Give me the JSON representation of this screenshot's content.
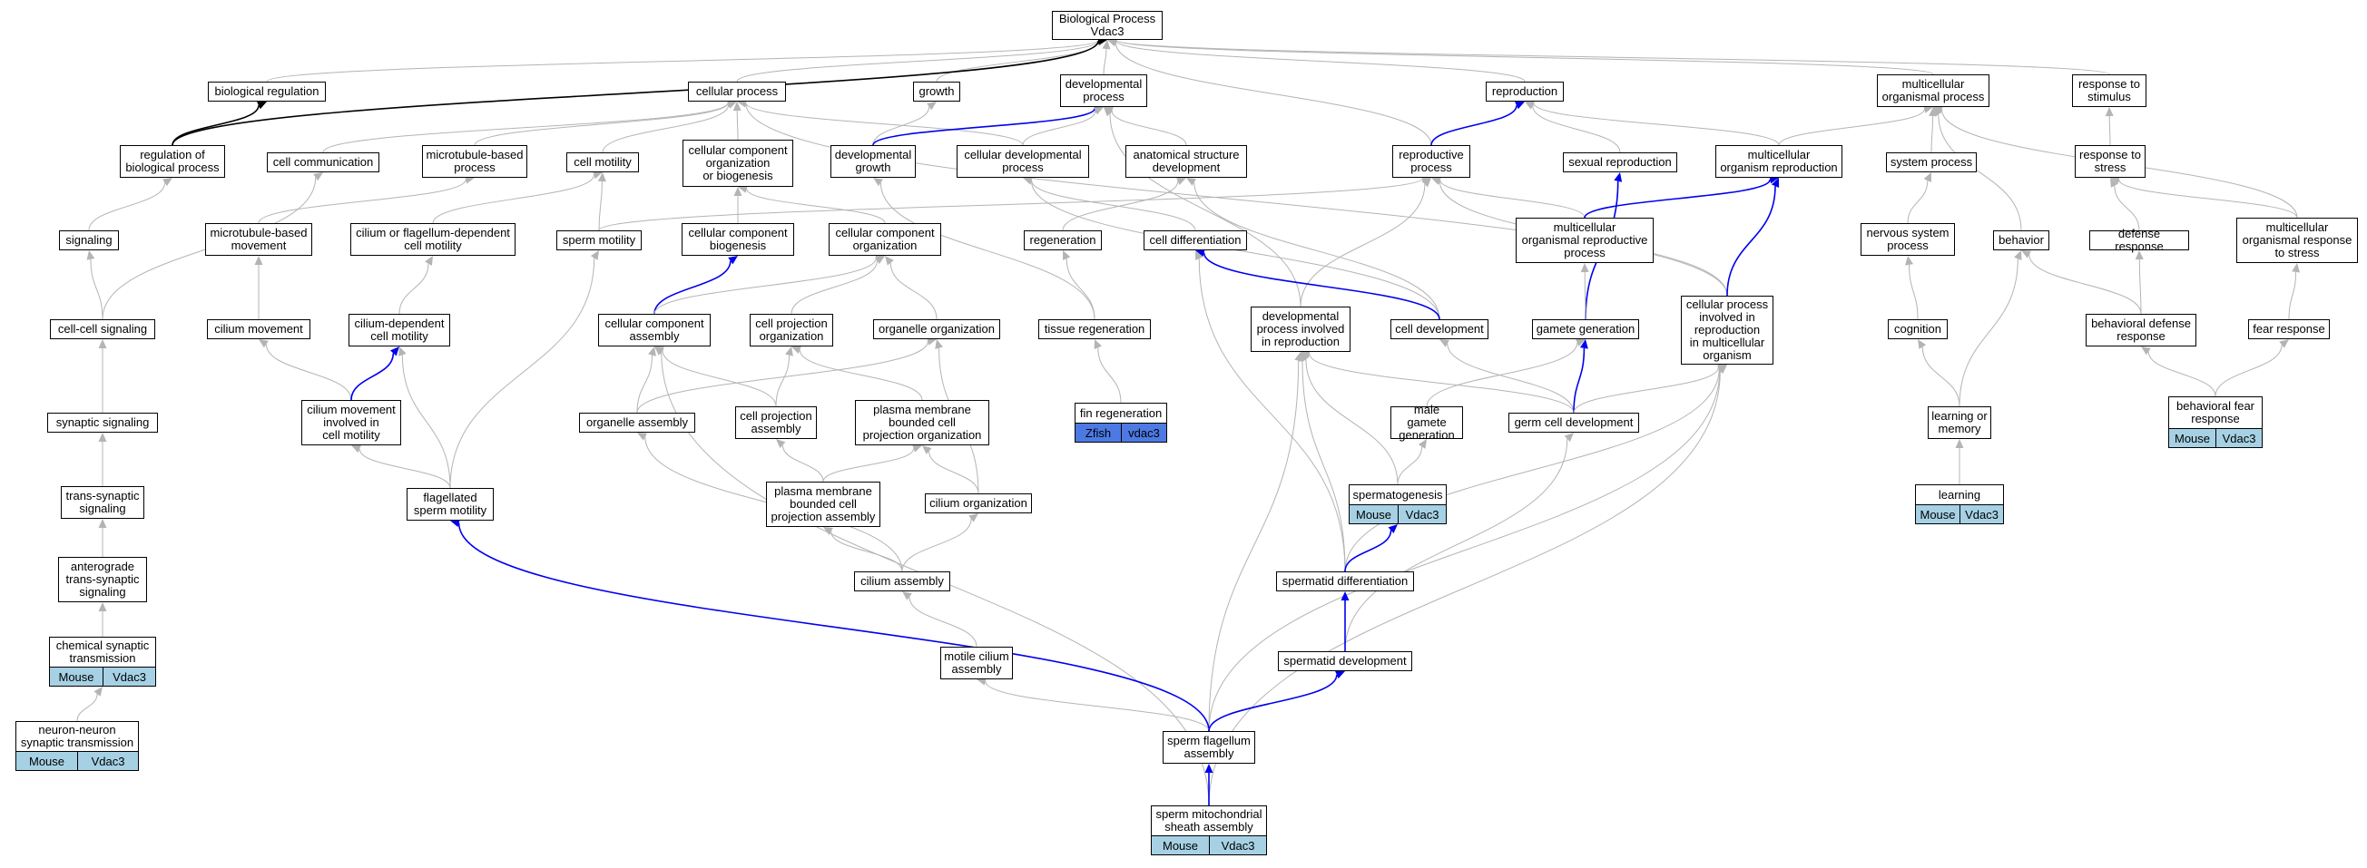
{
  "colors": {
    "edge": "#b4b4b4",
    "highlight": "#0000ee",
    "main_edge": "#000000",
    "tag": "#a6d1e4",
    "zfin_tag": "#4d79e3"
  },
  "nodes": {
    "bp": "Biological Process\nVdac3",
    "biological_regulation": "biological regulation",
    "cellular_process": "cellular process",
    "growth": "growth",
    "developmental_process": "developmental\nprocess",
    "reproduction": "reproduction",
    "multicellular_organismal_process": "multicellular\norganismal process",
    "response_to_stimulus": "response to\nstimulus",
    "regulation_of_biological_process": "regulation of\nbiological process",
    "cell_communication": "cell communication",
    "microtubule_based_process": "microtubule-based\nprocess",
    "cell_motility": "cell motility",
    "cellular_component_organization_or_biogenesis": "cellular component\norganization\nor biogenesis",
    "developmental_growth": "developmental\ngrowth",
    "cellular_developmental_process": "cellular developmental\nprocess",
    "anatomical_structure_development": "anatomical structure\ndevelopment",
    "reproductive_process": "reproductive\nprocess",
    "sexual_reproduction": "sexual reproduction",
    "multicellular_organism_reproduction": "multicellular\norganism reproduction",
    "system_process": "system process",
    "response_to_stress": "response to\nstress",
    "signaling": "signaling",
    "microtubule_based_movement": "microtubule-based\nmovement",
    "cilium_or_flagellum_dependent_cell_motility": "cilium or flagellum-dependent\ncell motility",
    "sperm_motility": "sperm motility",
    "cellular_component_biogenesis": "cellular component\nbiogenesis",
    "cellular_component_organization": "cellular component\norganization",
    "regeneration": "regeneration",
    "cell_differentiation": "cell differentiation",
    "multicellular_organismal_reproductive_process": "multicellular\norganismal reproductive\nprocess",
    "nervous_system_process": "nervous system\nprocess",
    "behavior": "behavior",
    "defense_response": "defense response",
    "multicellular_organismal_response_to_stress": "multicellular\norganismal response\nto stress",
    "cell_cell_signaling": "cell-cell signaling",
    "cilium_movement": "cilium movement",
    "cilium_dependent_cell_motility": "cilium-dependent\ncell motility",
    "cellular_component_assembly": "cellular component\nassembly",
    "cell_projection_organization": "cell projection\norganization",
    "organelle_organization": "organelle organization",
    "tissue_regeneration": "tissue regeneration",
    "developmental_process_involved_in_reproduction": "developmental\nprocess involved\nin reproduction",
    "cell_development": "cell development",
    "gamete_generation": "gamete generation",
    "cellular_process_involved_in_reproduction": "cellular process\ninvolved in\nreproduction\nin multicellular\norganism",
    "cognition": "cognition",
    "behavioral_defense_response": "behavioral defense\nresponse",
    "fear_response": "fear response",
    "synaptic_signaling": "synaptic signaling",
    "cilium_movement_involved_in_cell_motility": "cilium movement\ninvolved in\ncell motility",
    "organelle_assembly": "organelle assembly",
    "cell_projection_assembly": "cell projection\nassembly",
    "plasma_membrane_bounded_cell_projection_organization": "plasma membrane\nbounded cell\nprojection organization",
    "fin_regeneration": "fin regeneration",
    "male_gamete_generation": "male gamete\ngeneration",
    "germ_cell_development": "germ cell development",
    "learning_or_memory": "learning or\nmemory",
    "behavioral_fear_response": "behavioral fear\nresponse",
    "trans_synaptic_signaling": "trans-synaptic\nsignaling",
    "flagellated_sperm_motility": "flagellated\nsperm motility",
    "plasma_membrane_bounded_cell_projection_assembly": "plasma membrane\nbounded cell\nprojection assembly",
    "cilium_organization": "cilium organization",
    "spermatogenesis": "spermatogenesis",
    "learning": "learning",
    "anterograde_trans_synaptic_signaling": "anterograde\ntrans-synaptic\nsignaling",
    "cilium_assembly": "cilium assembly",
    "spermatid_differentiation": "spermatid differentiation",
    "chemical_synaptic_transmission": "chemical synaptic\ntransmission",
    "motile_cilium_assembly": "motile cilium\nassembly",
    "spermatid_development": "spermatid development",
    "neuron_neuron_synaptic_transmission": "neuron-neuron\nsynaptic transmission",
    "sperm_flagellum_assembly": "sperm flagellum\nassembly",
    "sperm_mitochondrial_sheath_assembly": "sperm mitochondrial\nsheath assembly"
  },
  "annotations": {
    "fin_regeneration": {
      "species": "Zfish",
      "gene": "vdac3"
    },
    "spermatogenesis": {
      "species": "Mouse",
      "gene": "Vdac3"
    },
    "learning": {
      "species": "Mouse",
      "gene": "Vdac3"
    },
    "behavioral_fear_response": {
      "species": "Mouse",
      "gene": "Vdac3"
    },
    "chemical_synaptic_transmission": {
      "species": "Mouse",
      "gene": "Vdac3"
    },
    "neuron_neuron_synaptic_transmission": {
      "species": "Mouse",
      "gene": "Vdac3"
    },
    "sperm_mitochondrial_sheath_assembly": {
      "species": "Mouse",
      "gene": "Vdac3"
    }
  },
  "edges": [
    [
      "biological_regulation",
      "bp",
      "grey"
    ],
    [
      "cellular_process",
      "bp",
      "grey"
    ],
    [
      "growth",
      "bp",
      "grey"
    ],
    [
      "developmental_process",
      "bp",
      "grey"
    ],
    [
      "reproduction",
      "bp",
      "grey"
    ],
    [
      "multicellular_organismal_process",
      "bp",
      "grey"
    ],
    [
      "response_to_stimulus",
      "bp",
      "grey"
    ],
    [
      "reproductive_process",
      "bp",
      "grey"
    ],
    [
      "regulation_of_biological_process",
      "bp",
      "black"
    ],
    [
      "regulation_of_biological_process",
      "biological_regulation",
      "black"
    ],
    [
      "cell_communication",
      "cellular_process",
      "grey"
    ],
    [
      "microtubule_based_process",
      "cellular_process",
      "grey"
    ],
    [
      "cell_motility",
      "cellular_process",
      "grey"
    ],
    [
      "cellular_component_organization_or_biogenesis",
      "cellular_process",
      "grey"
    ],
    [
      "cellular_developmental_process",
      "cellular_process",
      "grey"
    ],
    [
      "cellular_process_involved_in_reproduction",
      "cellular_process",
      "grey"
    ],
    [
      "developmental_growth",
      "growth",
      "grey"
    ],
    [
      "developmental_growth",
      "developmental_process",
      "blue"
    ],
    [
      "cellular_developmental_process",
      "developmental_process",
      "grey"
    ],
    [
      "anatomical_structure_development",
      "developmental_process",
      "grey"
    ],
    [
      "developmental_process_involved_in_reproduction",
      "developmental_process",
      "grey"
    ],
    [
      "reproductive_process",
      "reproduction",
      "blue"
    ],
    [
      "sexual_reproduction",
      "reproduction",
      "grey"
    ],
    [
      "multicellular_organism_reproduction",
      "reproduction",
      "grey"
    ],
    [
      "multicellular_organism_reproduction",
      "multicellular_organismal_process",
      "grey"
    ],
    [
      "system_process",
      "multicellular_organismal_process",
      "grey"
    ],
    [
      "behavior",
      "multicellular_organismal_process",
      "grey"
    ],
    [
      "multicellular_organismal_response_to_stress",
      "multicellular_organismal_process",
      "grey"
    ],
    [
      "response_to_stress",
      "response_to_stimulus",
      "grey"
    ],
    [
      "signaling",
      "regulation_of_biological_process",
      "grey"
    ],
    [
      "cell_cell_signaling",
      "cell_communication",
      "grey"
    ],
    [
      "microtubule_based_movement",
      "microtubule_based_process",
      "grey"
    ],
    [
      "cilium_or_flagellum_dependent_cell_motility",
      "cell_motility",
      "grey"
    ],
    [
      "sperm_motility",
      "cell_motility",
      "grey"
    ],
    [
      "cellular_component_biogenesis",
      "cellular_component_organization_or_biogenesis",
      "grey"
    ],
    [
      "cellular_component_organization",
      "cellular_component_organization_or_biogenesis",
      "grey"
    ],
    [
      "tissue_regeneration",
      "developmental_growth",
      "grey"
    ],
    [
      "cell_differentiation",
      "cellular_developmental_process",
      "grey"
    ],
    [
      "cell_development",
      "cellular_developmental_process",
      "grey"
    ],
    [
      "regeneration",
      "anatomical_structure_development",
      "grey"
    ],
    [
      "cell_development",
      "anatomical_structure_development",
      "grey"
    ],
    [
      "multicellular_organismal_reproductive_process",
      "reproductive_process",
      "grey"
    ],
    [
      "developmental_process_involved_in_reproduction",
      "reproductive_process",
      "grey"
    ],
    [
      "cellular_process_involved_in_reproduction",
      "reproductive_process",
      "grey"
    ],
    [
      "sperm_motility",
      "reproductive_process",
      "grey"
    ],
    [
      "multicellular_organismal_reproductive_process",
      "multicellular_organism_reproduction",
      "blue"
    ],
    [
      "cellular_process_involved_in_reproduction",
      "multicellular_organism_reproduction",
      "blue"
    ],
    [
      "gamete_generation",
      "sexual_reproduction",
      "blue"
    ],
    [
      "nervous_system_process",
      "system_process",
      "grey"
    ],
    [
      "defense_response",
      "response_to_stress",
      "grey"
    ],
    [
      "multicellular_organismal_response_to_stress",
      "response_to_stress",
      "grey"
    ],
    [
      "cell_cell_signaling",
      "signaling",
      "grey"
    ],
    [
      "cilium_movement",
      "microtubule_based_movement",
      "grey"
    ],
    [
      "cilium_dependent_cell_motility",
      "cilium_or_flagellum_dependent_cell_motility",
      "grey"
    ],
    [
      "flagellated_sperm_motility",
      "sperm_motility",
      "grey"
    ],
    [
      "cellular_component_assembly",
      "cellular_component_biogenesis",
      "blue"
    ],
    [
      "cellular_component_assembly",
      "cellular_component_organization",
      "grey"
    ],
    [
      "cell_projection_organization",
      "cellular_component_organization",
      "grey"
    ],
    [
      "organelle_organization",
      "cellular_component_organization",
      "grey"
    ],
    [
      "tissue_regeneration",
      "regeneration",
      "grey"
    ],
    [
      "cell_development",
      "cell_differentiation",
      "blue"
    ],
    [
      "spermatid_differentiation",
      "cell_differentiation",
      "grey"
    ],
    [
      "gamete_generation",
      "multicellular_organismal_reproductive_process",
      "grey"
    ],
    [
      "cognition",
      "nervous_system_process",
      "grey"
    ],
    [
      "learning_or_memory",
      "behavior",
      "grey"
    ],
    [
      "behavioral_defense_response",
      "behavior",
      "grey"
    ],
    [
      "behavioral_defense_response",
      "defense_response",
      "grey"
    ],
    [
      "fear_response",
      "multicellular_organismal_response_to_stress",
      "grey"
    ],
    [
      "synaptic_signaling",
      "cell_cell_signaling",
      "grey"
    ],
    [
      "cilium_movement_involved_in_cell_motility",
      "cilium_movement",
      "grey"
    ],
    [
      "cilium_movement_involved_in_cell_motility",
      "cilium_dependent_cell_motility",
      "blue"
    ],
    [
      "flagellated_sperm_motility",
      "cilium_dependent_cell_motility",
      "grey"
    ],
    [
      "organelle_assembly",
      "cellular_component_assembly",
      "grey"
    ],
    [
      "cell_projection_assembly",
      "cellular_component_assembly",
      "grey"
    ],
    [
      "sperm_mitochondrial_sheath_assembly",
      "cellular_component_assembly",
      "grey"
    ],
    [
      "cell_projection_assembly",
      "cell_projection_organization",
      "grey"
    ],
    [
      "plasma_membrane_bounded_cell_projection_organization",
      "cell_projection_organization",
      "grey"
    ],
    [
      "organelle_assembly",
      "organelle_organization",
      "grey"
    ],
    [
      "cilium_organization",
      "organelle_organization",
      "grey"
    ],
    [
      "fin_regeneration",
      "tissue_regeneration",
      "grey"
    ],
    [
      "spermatid_differentiation",
      "developmental_process_involved_in_reproduction",
      "grey"
    ],
    [
      "spermatogenesis",
      "developmental_process_involved_in_reproduction",
      "grey"
    ],
    [
      "sperm_flagellum_assembly",
      "developmental_process_involved_in_reproduction",
      "grey"
    ],
    [
      "germ_cell_development",
      "developmental_process_involved_in_reproduction",
      "grey"
    ],
    [
      "germ_cell_development",
      "cell_development",
      "grey"
    ],
    [
      "male_gamete_generation",
      "gamete_generation",
      "grey"
    ],
    [
      "germ_cell_development",
      "gamete_generation",
      "blue"
    ],
    [
      "germ_cell_development",
      "cellular_process_involved_in_reproduction",
      "grey"
    ],
    [
      "spermatid_differentiation",
      "cellular_process_involved_in_reproduction",
      "grey"
    ],
    [
      "sperm_flagellum_assembly",
      "cellular_process_involved_in_reproduction",
      "grey"
    ],
    [
      "sperm_mitochondrial_sheath_assembly",
      "cellular_process_involved_in_reproduction",
      "grey"
    ],
    [
      "learning_or_memory",
      "cognition",
      "grey"
    ],
    [
      "behavioral_fear_response",
      "behavioral_defense_response",
      "grey"
    ],
    [
      "behavioral_fear_response",
      "fear_response",
      "grey"
    ],
    [
      "trans_synaptic_signaling",
      "synaptic_signaling",
      "grey"
    ],
    [
      "flagellated_sperm_motility",
      "cilium_movement_involved_in_cell_motility",
      "grey"
    ],
    [
      "plasma_membrane_bounded_cell_projection_assembly",
      "cell_projection_assembly",
      "grey"
    ],
    [
      "plasma_membrane_bounded_cell_projection_assembly",
      "plasma_membrane_bounded_cell_projection_organization",
      "grey"
    ],
    [
      "cilium_organization",
      "plasma_membrane_bounded_cell_projection_organization",
      "grey"
    ],
    [
      "spermatogenesis",
      "male_gamete_generation",
      "grey"
    ],
    [
      "spermatid_development",
      "germ_cell_development",
      "grey"
    ],
    [
      "learning",
      "learning_or_memory",
      "grey"
    ],
    [
      "anterograde_trans_synaptic_signaling",
      "trans_synaptic_signaling",
      "grey"
    ],
    [
      "sperm_flagellum_assembly",
      "flagellated_sperm_motility",
      "blue"
    ],
    [
      "cilium_assembly",
      "plasma_membrane_bounded_cell_projection_assembly",
      "grey"
    ],
    [
      "cilium_assembly",
      "cilium_organization",
      "grey"
    ],
    [
      "cilium_assembly",
      "organelle_assembly",
      "grey"
    ],
    [
      "spermatid_differentiation",
      "spermatogenesis",
      "blue"
    ],
    [
      "chemical_synaptic_transmission",
      "anterograde_trans_synaptic_signaling",
      "grey"
    ],
    [
      "motile_cilium_assembly",
      "cilium_assembly",
      "grey"
    ],
    [
      "spermatid_development",
      "spermatid_differentiation",
      "blue"
    ],
    [
      "neuron_neuron_synaptic_transmission",
      "chemical_synaptic_transmission",
      "grey"
    ],
    [
      "sperm_flagellum_assembly",
      "motile_cilium_assembly",
      "grey"
    ],
    [
      "sperm_flagellum_assembly",
      "spermatid_development",
      "blue"
    ],
    [
      "sperm_mitochondrial_sheath_assembly",
      "sperm_flagellum_assembly",
      "blue"
    ]
  ]
}
